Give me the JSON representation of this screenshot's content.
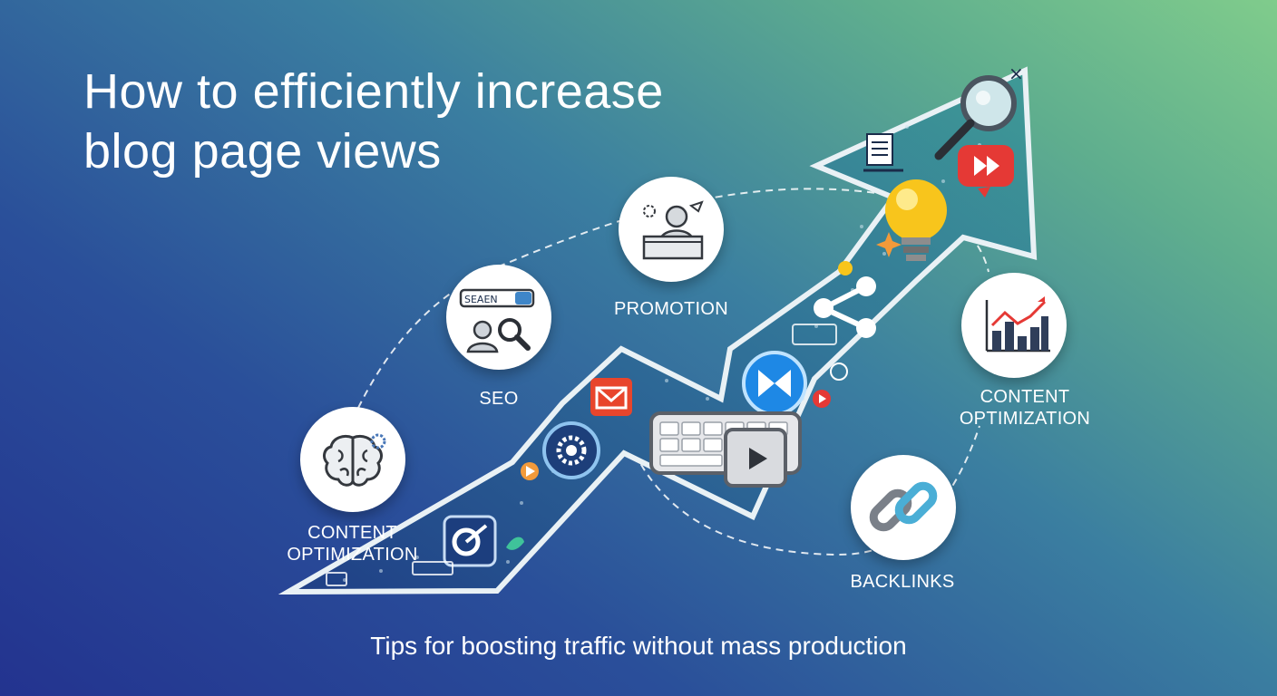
{
  "title": {
    "line1": "How to efficiently increase",
    "line2": "blog page views"
  },
  "subtitle": "Tips for boosting traffic without mass production",
  "labels": {
    "content_optimization_left_line1": "CONTENT",
    "content_optimization_left_line2": "OPTIMIZATION",
    "seo": "SEO",
    "promotion": "PROMOTION",
    "content_optimization_right_line1": "CONTENT",
    "content_optimization_right_line2": "OPTIMIZATION",
    "backlinks": "BACKLINKS"
  },
  "search_box_text": "SEAEN",
  "icons": {
    "brain": "brain-gear-icon",
    "seo": "search-person-icon",
    "promotion": "speaker-podium-icon",
    "analytics": "bar-chart-trend-icon",
    "backlinks": "chain-link-icon",
    "magnifier": "magnifying-glass-icon",
    "lightbulb": "lightbulb-icon",
    "email": "envelope-icon",
    "keyboard": "keyboard-icon",
    "play": "play-button-icon",
    "share": "share-network-icon"
  },
  "colors": {
    "arrow_outline": "#e9f1f5",
    "email_red": "#e8452c",
    "play_red": "#e53935",
    "bulb_yellow": "#f8c51c",
    "blue_badge": "#1e88e5"
  }
}
